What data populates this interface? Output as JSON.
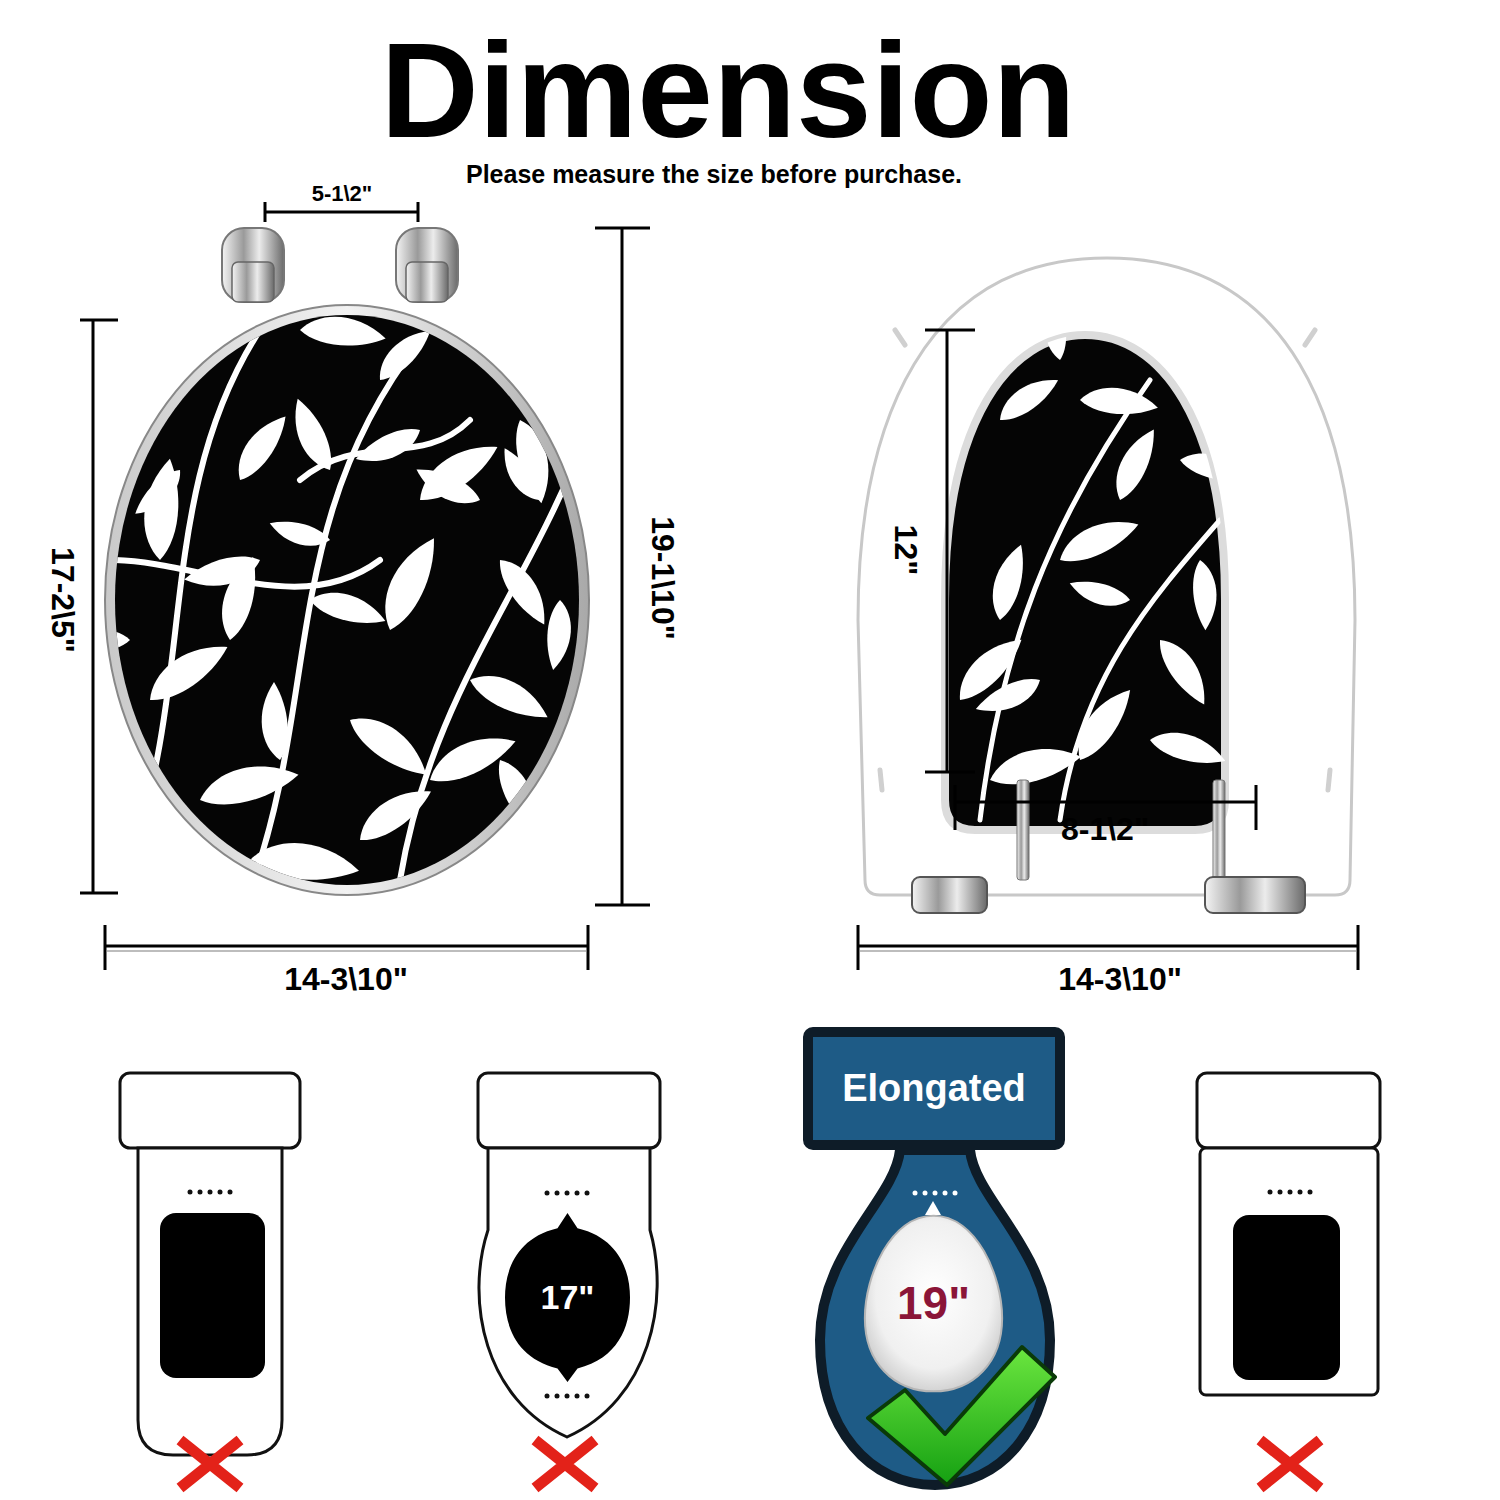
{
  "diagram": {
    "title": "Dimension",
    "nodes": [
      {
        "text": [
          "17\""
        ]
      },
      {
        "text": [
          "Elongated"
        ]
      },
      {
        "text": [
          "19\""
        ]
      }
    ],
    "labels": [
      "Please measure the size before purchase.",
      "5-1\\2\"",
      "17-2\\5\"",
      "19-1\\10\"",
      "14-3\\10\"",
      "12\"",
      "8-1\\2\"",
      "14-3\\10\""
    ]
  }
}
